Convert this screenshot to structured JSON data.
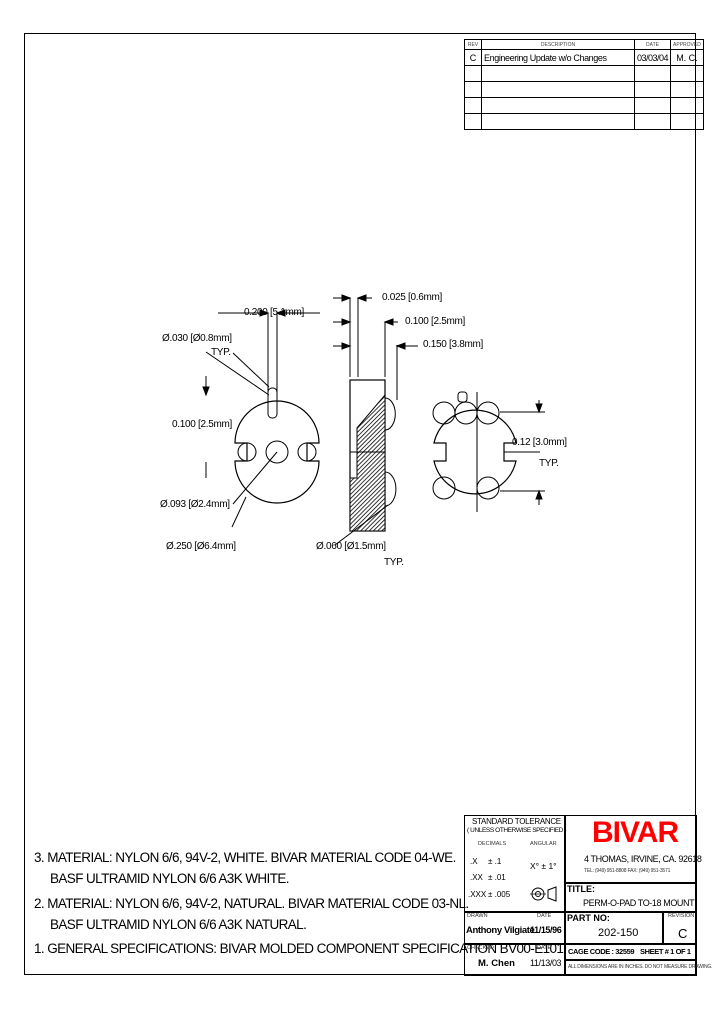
{
  "revision_block": {
    "headers": [
      "REV",
      "DESCRIPTION",
      "DATE",
      "APPROVED"
    ],
    "rows": [
      {
        "rev": "C",
        "description": "Engineering Update w/o Changes",
        "date": "03/03/04",
        "approved": "M. C."
      },
      {
        "rev": "",
        "description": "",
        "date": "",
        "approved": ""
      },
      {
        "rev": "",
        "description": "",
        "date": "",
        "approved": ""
      },
      {
        "rev": "",
        "description": "",
        "date": "",
        "approved": ""
      },
      {
        "rev": "",
        "description": "",
        "date": "",
        "approved": ""
      }
    ]
  },
  "dimensions": {
    "d_0_200": "0.200 [5.1mm]",
    "d_0_025": "0.025 [0.6mm]",
    "d_0_100_top": "0.100 [2.5mm]",
    "d_0_150": "0.150 [3.8mm]",
    "d_dia_030": "Ø.030 [Ø0.8mm]",
    "typ": "TYP.",
    "d_0_100_left": "0.100 [2.5mm]",
    "d_0_12": "0.12 [3.0mm]",
    "d_dia_093": "Ø.093 [Ø2.4mm]",
    "d_dia_250": "Ø.250 [Ø6.4mm]",
    "d_dia_060": "Ø.060 [Ø1.5mm]"
  },
  "notes": [
    "3.  MATERIAL: NYLON 6/6, 94V-2, WHITE. BIVAR MATERIAL CODE 04-WE.",
    "BASF ULTRAMID NYLON 6/6 A3K WHITE.",
    "2.  MATERIAL: NYLON 6/6, 94V-2, NATURAL. BIVAR MATERIAL CODE 03-NL.",
    "BASF ULTRAMID NYLON 6/6 A3K NATURAL.",
    "1.  GENERAL SPECIFICATIONS: BIVAR MOLDED COMPONENT SPECIFICATION BV00-E101."
  ],
  "title_block": {
    "tolerance_title": "STANDARD TOLERANCE",
    "tolerance_sub": "( UNLESS OTHERWISE SPECIFIED )",
    "decimals_label": "DECIMALS",
    "angular_label": "ANGULAR",
    "tol_x": ".X",
    "tol_x_val": "± .1",
    "tol_xx": ".XX",
    "tol_xx_val": "± .01",
    "tol_xxx": ".XXX",
    "tol_xxx_val": "± .005",
    "angular_val": "X°  ± 1°",
    "logo": "BIVAR",
    "address": "4 THOMAS, IRVINE, CA. 92618",
    "phone": "TEL: (949) 951-8808    FAX: (949) 951-3571",
    "title_label": "TITLE:",
    "title": "PERM-O-PAD TO-18 MOUNT",
    "drawn_label": "DRAWN",
    "drawn_by": "Anthony Vilgiate",
    "drawn_date_label": "DATE",
    "drawn_date": "11/15/96",
    "part_no_label": "PART NO:",
    "part_no": "202-150",
    "rev_label": "REVISION",
    "rev": "C",
    "checked_label": "CHECKED",
    "checked_by": "M. Chen",
    "checked_date_label": "DATE",
    "checked_date": "11/13/03",
    "cage_code": "CAGE CODE :  32559",
    "sheet": "SHEET # 1 OF 1",
    "footer_note": "ALL DIMENSIONS ARE IN INCHES. DO NOT MEASURE DRAWING."
  },
  "colors": {
    "ink": "#000000",
    "background": "#ffffff"
  }
}
